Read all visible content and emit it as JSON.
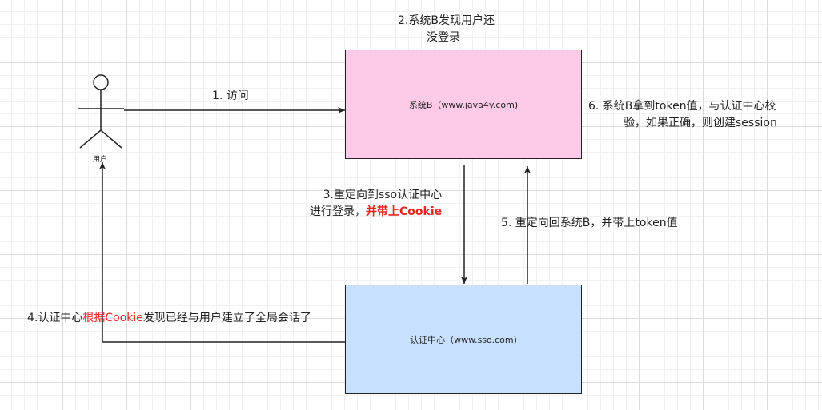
{
  "actor": {
    "label": "用户"
  },
  "boxes": {
    "system_b": {
      "label": "系统B（www.java4y.com)",
      "fill": "#fdcbe8"
    },
    "sso": {
      "label": "认证中心（www.sso.com)",
      "fill": "#c7e0fd"
    }
  },
  "steps": {
    "step1": "1.  访问",
    "step2_line1": "2.系统B发现用户还",
    "step2_line2": "没登录",
    "step3_line1": "3.重定向到sso认证中心",
    "step3_line2_a": "进行登录，",
    "step3_line2_b": "并带上Cookie",
    "step4_a": "4.认证中心",
    "step4_b": "根据Cookie",
    "step4_c": "发现已经与用户建立了全局会话了",
    "step5": "5. 重定向回系统B，并带上token值",
    "step6_line1": "6. 系统B拿到token值，与认证中心校",
    "step6_line2": "验，如果正确，则创建session"
  },
  "colors": {
    "accent_red": "#e8261f",
    "line": "#222222"
  }
}
